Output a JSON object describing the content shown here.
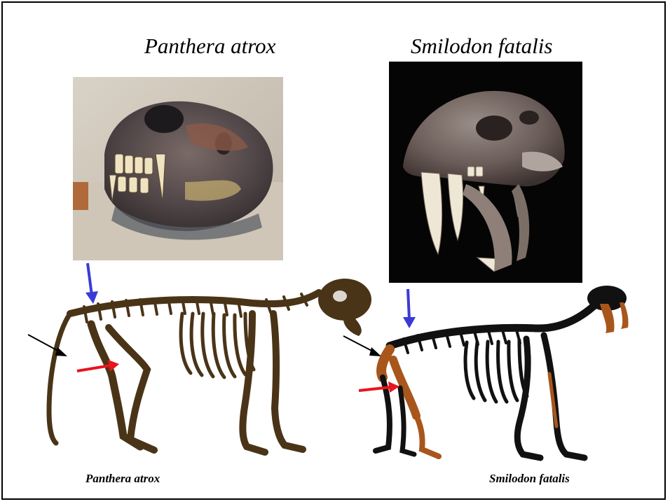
{
  "titles": {
    "left": "Panthera atrox",
    "right": "Smilodon fatalis"
  },
  "captions": {
    "left": "Panthera atrox",
    "right": "Smilodon fatalis"
  },
  "colors": {
    "arrow_blue": "#3a3ad8",
    "arrow_red": "#e8141c",
    "arrow_black": "#000000",
    "bone_sepia": "#4a3418",
    "bone_dark": "#111111",
    "bone_orange": "#a8561c"
  }
}
